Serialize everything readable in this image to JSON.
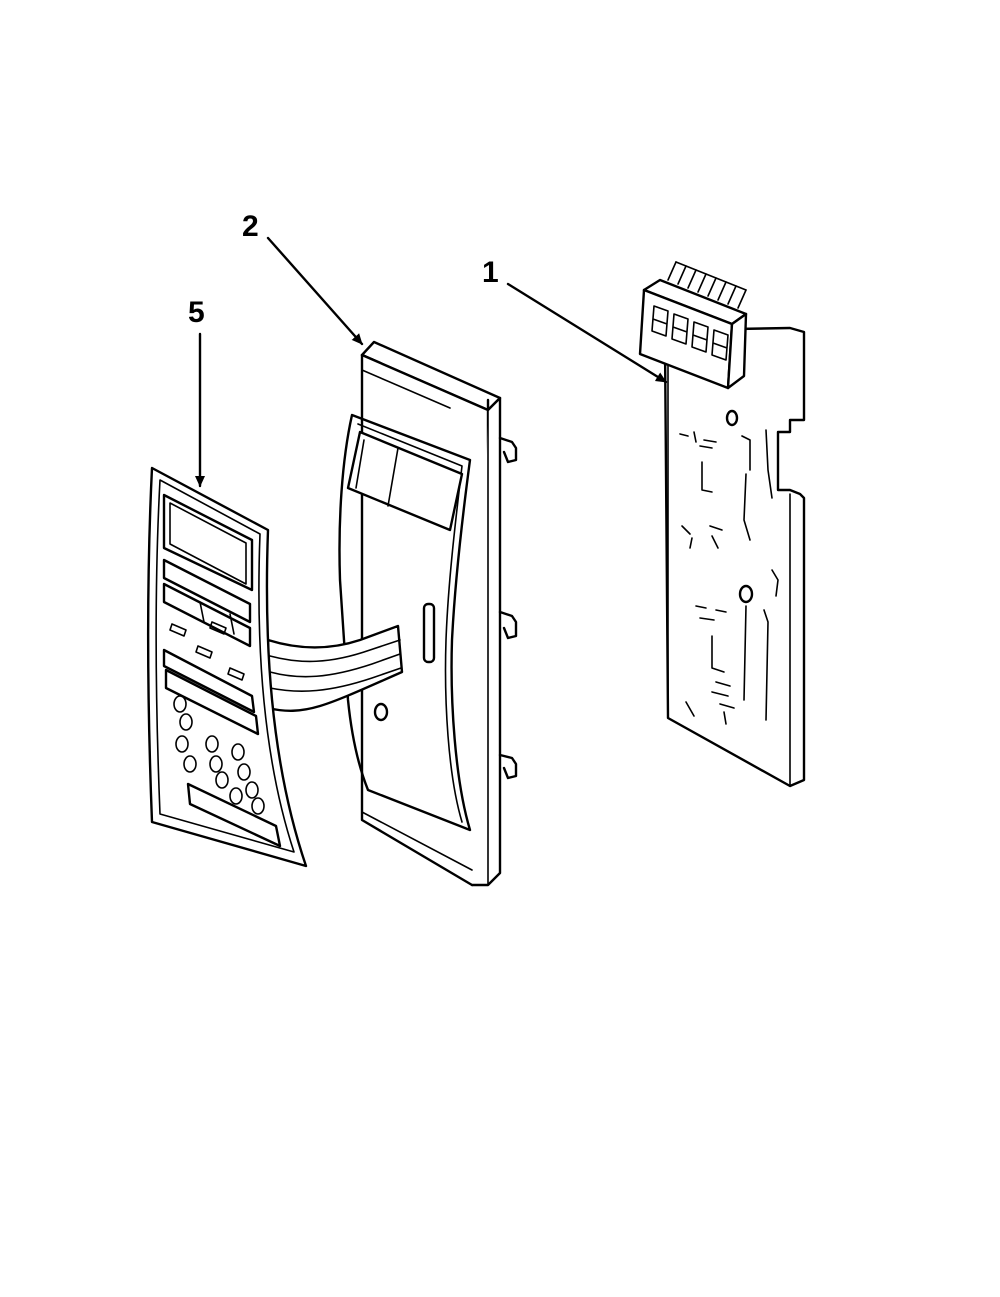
{
  "diagram": {
    "callouts": [
      {
        "id": "part-1",
        "label": "1"
      },
      {
        "id": "part-2",
        "label": "2"
      },
      {
        "id": "part-5",
        "label": "5"
      }
    ],
    "colors": {
      "line": "#000000",
      "background": "#ffffff"
    }
  }
}
